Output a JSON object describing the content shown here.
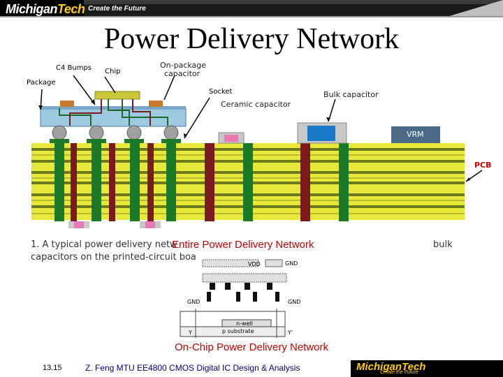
{
  "banner": {
    "logo_prefix": "Michigan",
    "logo_suffix": "Tech",
    "tagline": "Create the Future"
  },
  "title": "Power Delivery Network",
  "figure": {
    "c4_bumps": "C4 Bumps",
    "chip": "Chip",
    "package": "Package",
    "on_package_capacitor_1": "On-package",
    "on_package_capacitor_2": "capacitor",
    "socket": "Socket",
    "ceramic_capacitor": "Ceramic capacitor",
    "bulk_capacitor": "Bulk capacitor",
    "vrm": "VRM",
    "pcb": "PCB"
  },
  "caption": {
    "line1_a": "1. A typical power delivery netw",
    "line1_b": "bulk",
    "line2": "capacitors on the printed-circuit boa"
  },
  "entire_label": "Entire Power Delivery Network",
  "onchip_figure": {
    "vdd": "VDD",
    "gnd": "GND",
    "nwell": "n-well",
    "psub": "p substrate",
    "y": "Y",
    "yprime": "Y'"
  },
  "onchip_caption": "On-Chip Power Delivery Network",
  "footer": {
    "page": "13.15",
    "text": "Z. Feng MTU EE4800 CMOS Digital IC Design & Analysis",
    "logo_name": "MichiganTech",
    "logo_tag": "Create the Future"
  }
}
